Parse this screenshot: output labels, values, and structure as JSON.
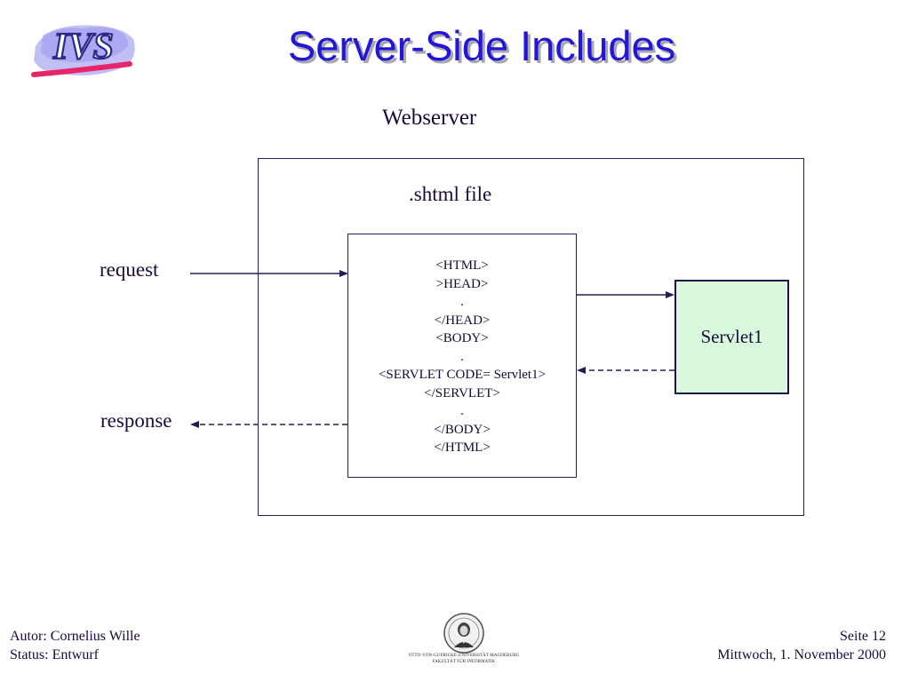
{
  "title": "Server-Side Includes",
  "logo": {
    "text": "IVS",
    "icon": "ivs-logo-icon"
  },
  "diagram": {
    "webserver_label": "Webserver",
    "file_label": ".shtml file",
    "request_label": "request",
    "response_label": "response",
    "servlet_label": "Servlet1",
    "code_lines": [
      "<HTML>",
      ">HEAD>",
      ".",
      "</HEAD>",
      "<BODY>",
      ".",
      "<SERVLET CODE= Servlet1>",
      "</SERVLET>",
      ".",
      "</BODY>",
      "</HTML>"
    ]
  },
  "footer": {
    "author": "Autor: Cornelius Wille",
    "status": "Status: Entwurf",
    "page": "Seite 12",
    "date": "Mittwoch, 1. November 2000",
    "university_line1": "OTTO-VON-GUERICKE-UNIVERSITÄT MAGDEBURG",
    "university_line2": "FAKULTÄT FÜR INFORMATIK",
    "seal_icon": "university-seal-icon"
  },
  "colors": {
    "title": "#2416d6",
    "servlet_fill": "#d9f9dd",
    "line": "#2a1a55"
  }
}
